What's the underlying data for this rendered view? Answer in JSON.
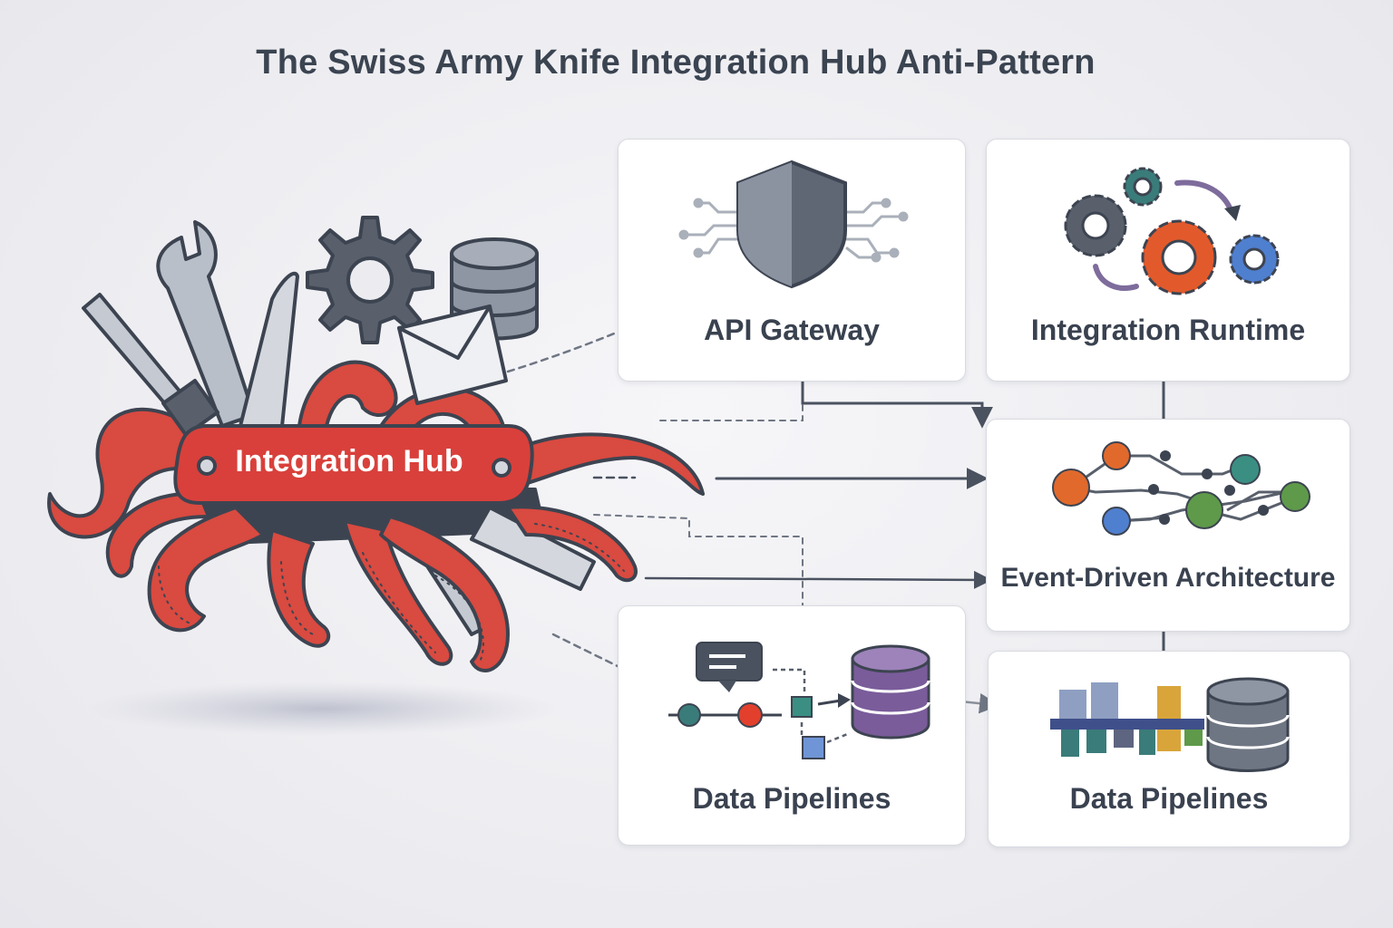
{
  "title": "The Swiss Army Knife Integration Hub Anti-Pattern",
  "hub": {
    "label": "Integration Hub"
  },
  "cards": {
    "api_gateway": {
      "label": "API Gateway",
      "icon": "shield-icon"
    },
    "integration_runtime": {
      "label": "Integration Runtime",
      "icon": "gears-icon"
    },
    "event_driven": {
      "label": "Event-Driven Architecture",
      "icon": "event-graph-icon"
    },
    "data_pipelines_left": {
      "label": "Data Pipelines",
      "icon": "pipeline-flow-icon"
    },
    "data_pipelines_right": {
      "label": "Data Pipelines",
      "icon": "bar-database-icon"
    }
  },
  "colors": {
    "hub_red": "#d9403b",
    "tentacle_red": "#d94a40",
    "outline": "#3d4451",
    "steel": "#b9bfc8",
    "arrow": "#4a5260"
  }
}
